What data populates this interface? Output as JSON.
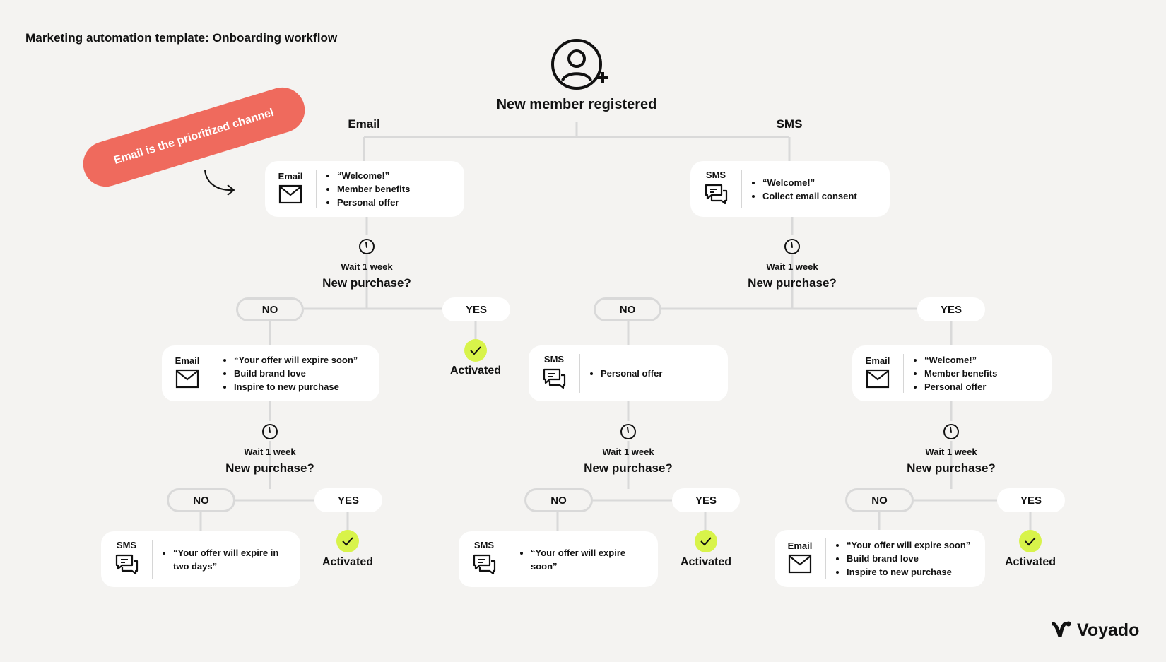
{
  "title": "Marketing automation template: Onboarding workflow",
  "root": {
    "label": "New member registered",
    "icon": "user-add-icon"
  },
  "branch_labels": {
    "email": "Email",
    "sms": "SMS"
  },
  "badge": "Email is the prioritized channel",
  "cards": {
    "email_top": {
      "channel": "Email",
      "icon": "mail-icon",
      "items": [
        "“Welcome!”",
        "Member benefits",
        "Personal offer"
      ]
    },
    "sms_top": {
      "channel": "SMS",
      "icon": "chat-icon",
      "items": [
        "“Welcome!”",
        "Collect email consent"
      ]
    },
    "email_no": {
      "channel": "Email",
      "icon": "mail-icon",
      "items": [
        "“Your offer will expire soon”",
        "Build brand love",
        "Inspire to new purchase"
      ]
    },
    "sms_no": {
      "channel": "SMS",
      "icon": "chat-icon",
      "items": [
        "Personal offer"
      ]
    },
    "sms_yes": {
      "channel": "Email",
      "icon": "mail-icon",
      "items": [
        "“Welcome!”",
        "Member benefits",
        "Personal offer"
      ]
    },
    "leaf_1": {
      "channel": "SMS",
      "icon": "chat-icon",
      "items": [
        "“Your offer will expire in two days”"
      ]
    },
    "leaf_2": {
      "channel": "SMS",
      "icon": "chat-icon",
      "items": [
        "“Your offer will expire soon”"
      ]
    },
    "leaf_3": {
      "channel": "Email",
      "icon": "mail-icon",
      "items": [
        "“Your offer will expire soon”",
        "Build brand love",
        "Inspire to new purchase"
      ]
    }
  },
  "decision": {
    "wait": "Wait 1 week",
    "question": "New purchase?",
    "no": "NO",
    "yes": "YES"
  },
  "activated": "Activated",
  "brand": "Voyado",
  "colors": {
    "accent": "#ef6a5d",
    "check": "#d8f34a",
    "background": "#f4f3f1",
    "connector": "#d9d9d9"
  }
}
